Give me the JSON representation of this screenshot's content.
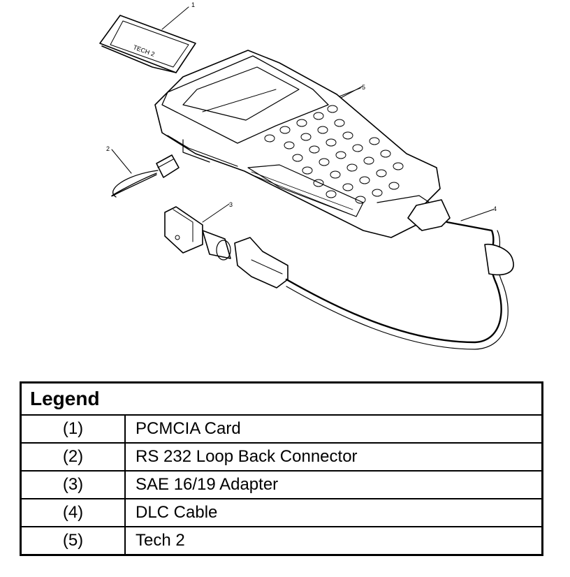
{
  "callouts": [
    "1",
    "2",
    "3",
    "4",
    "5"
  ],
  "legend": {
    "title": "Legend",
    "rows": [
      {
        "num": "(1)",
        "desc": "PCMCIA Card"
      },
      {
        "num": "(2)",
        "desc": "RS 232 Loop Back Connector"
      },
      {
        "num": "(3)",
        "desc": "SAE 16/19 Adapter"
      },
      {
        "num": "(4)",
        "desc": "DLC Cable"
      },
      {
        "num": "(5)",
        "desc": "Tech 2"
      }
    ]
  }
}
